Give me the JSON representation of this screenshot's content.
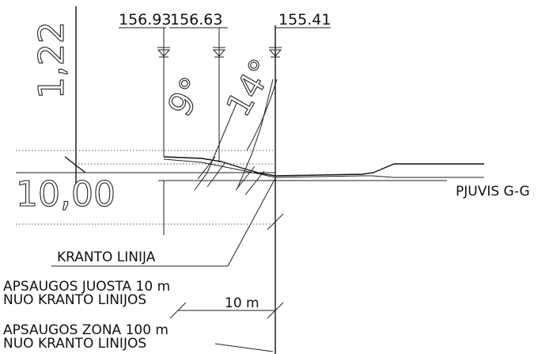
{
  "elevations": {
    "e1": "156.93",
    "e2": "156.63",
    "e3": "155.41"
  },
  "angles": {
    "a1": "9°",
    "a2": "14°"
  },
  "dimensions": {
    "vertical": "1,22",
    "horizontal": "10,00",
    "band_width": "10 m"
  },
  "labels": {
    "section": "PJUVIS G-G",
    "shore_line": "KRANTO LINIJA",
    "strip_line1": "APSAUGOS JUOSTA 10 m",
    "strip_line2": "NUO KRANTO LINIJOS",
    "zone_line1": "APSAUGOS ZONA 100 m",
    "zone_line2": "NUO KRANTO LINIJOS"
  }
}
